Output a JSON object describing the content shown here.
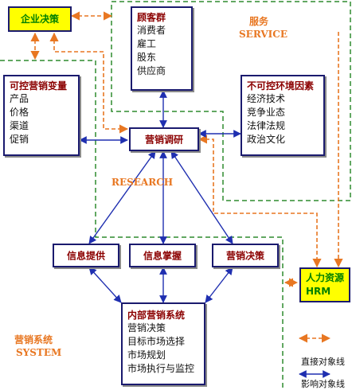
{
  "enterprise_decision": {
    "label": "企业决策"
  },
  "service": {
    "label": "服务",
    "label_en": "SERVICE"
  },
  "customers": {
    "title": "顾客群",
    "items": [
      "消费者",
      "雇工",
      "股东",
      "供应商"
    ]
  },
  "controllable": {
    "title": "可控营销变量",
    "items": [
      "产品",
      "价格",
      "渠道",
      "促销"
    ]
  },
  "uncontrollable": {
    "title": "不可控环境因素",
    "items": [
      "经济技术",
      "竞争业态",
      "法律法规",
      "政治文化"
    ]
  },
  "research": {
    "box_label": "营销调研",
    "label_en": "RESEARCH"
  },
  "info_provide": {
    "label": "信息提供"
  },
  "info_master": {
    "label": "信息掌握"
  },
  "marketing_decision": {
    "label": "营销决策"
  },
  "internal_system": {
    "title": "内部营销系统",
    "items": [
      "营销决策",
      "目标市场选择",
      "市场规划",
      "市场执行与监控"
    ]
  },
  "marketing_system": {
    "label": "营销系统",
    "label_en": "SYSTEM"
  },
  "hrm": {
    "label": "人力资源",
    "label_en": "HRM"
  },
  "legend": {
    "direct_label": "直接对象线",
    "influence_label": "影响对象线"
  },
  "colors": {
    "orange": "#e87722",
    "blue": "#1f2fb0",
    "green_dash": "#2e8b2e",
    "dark_red": "#8b0000"
  }
}
